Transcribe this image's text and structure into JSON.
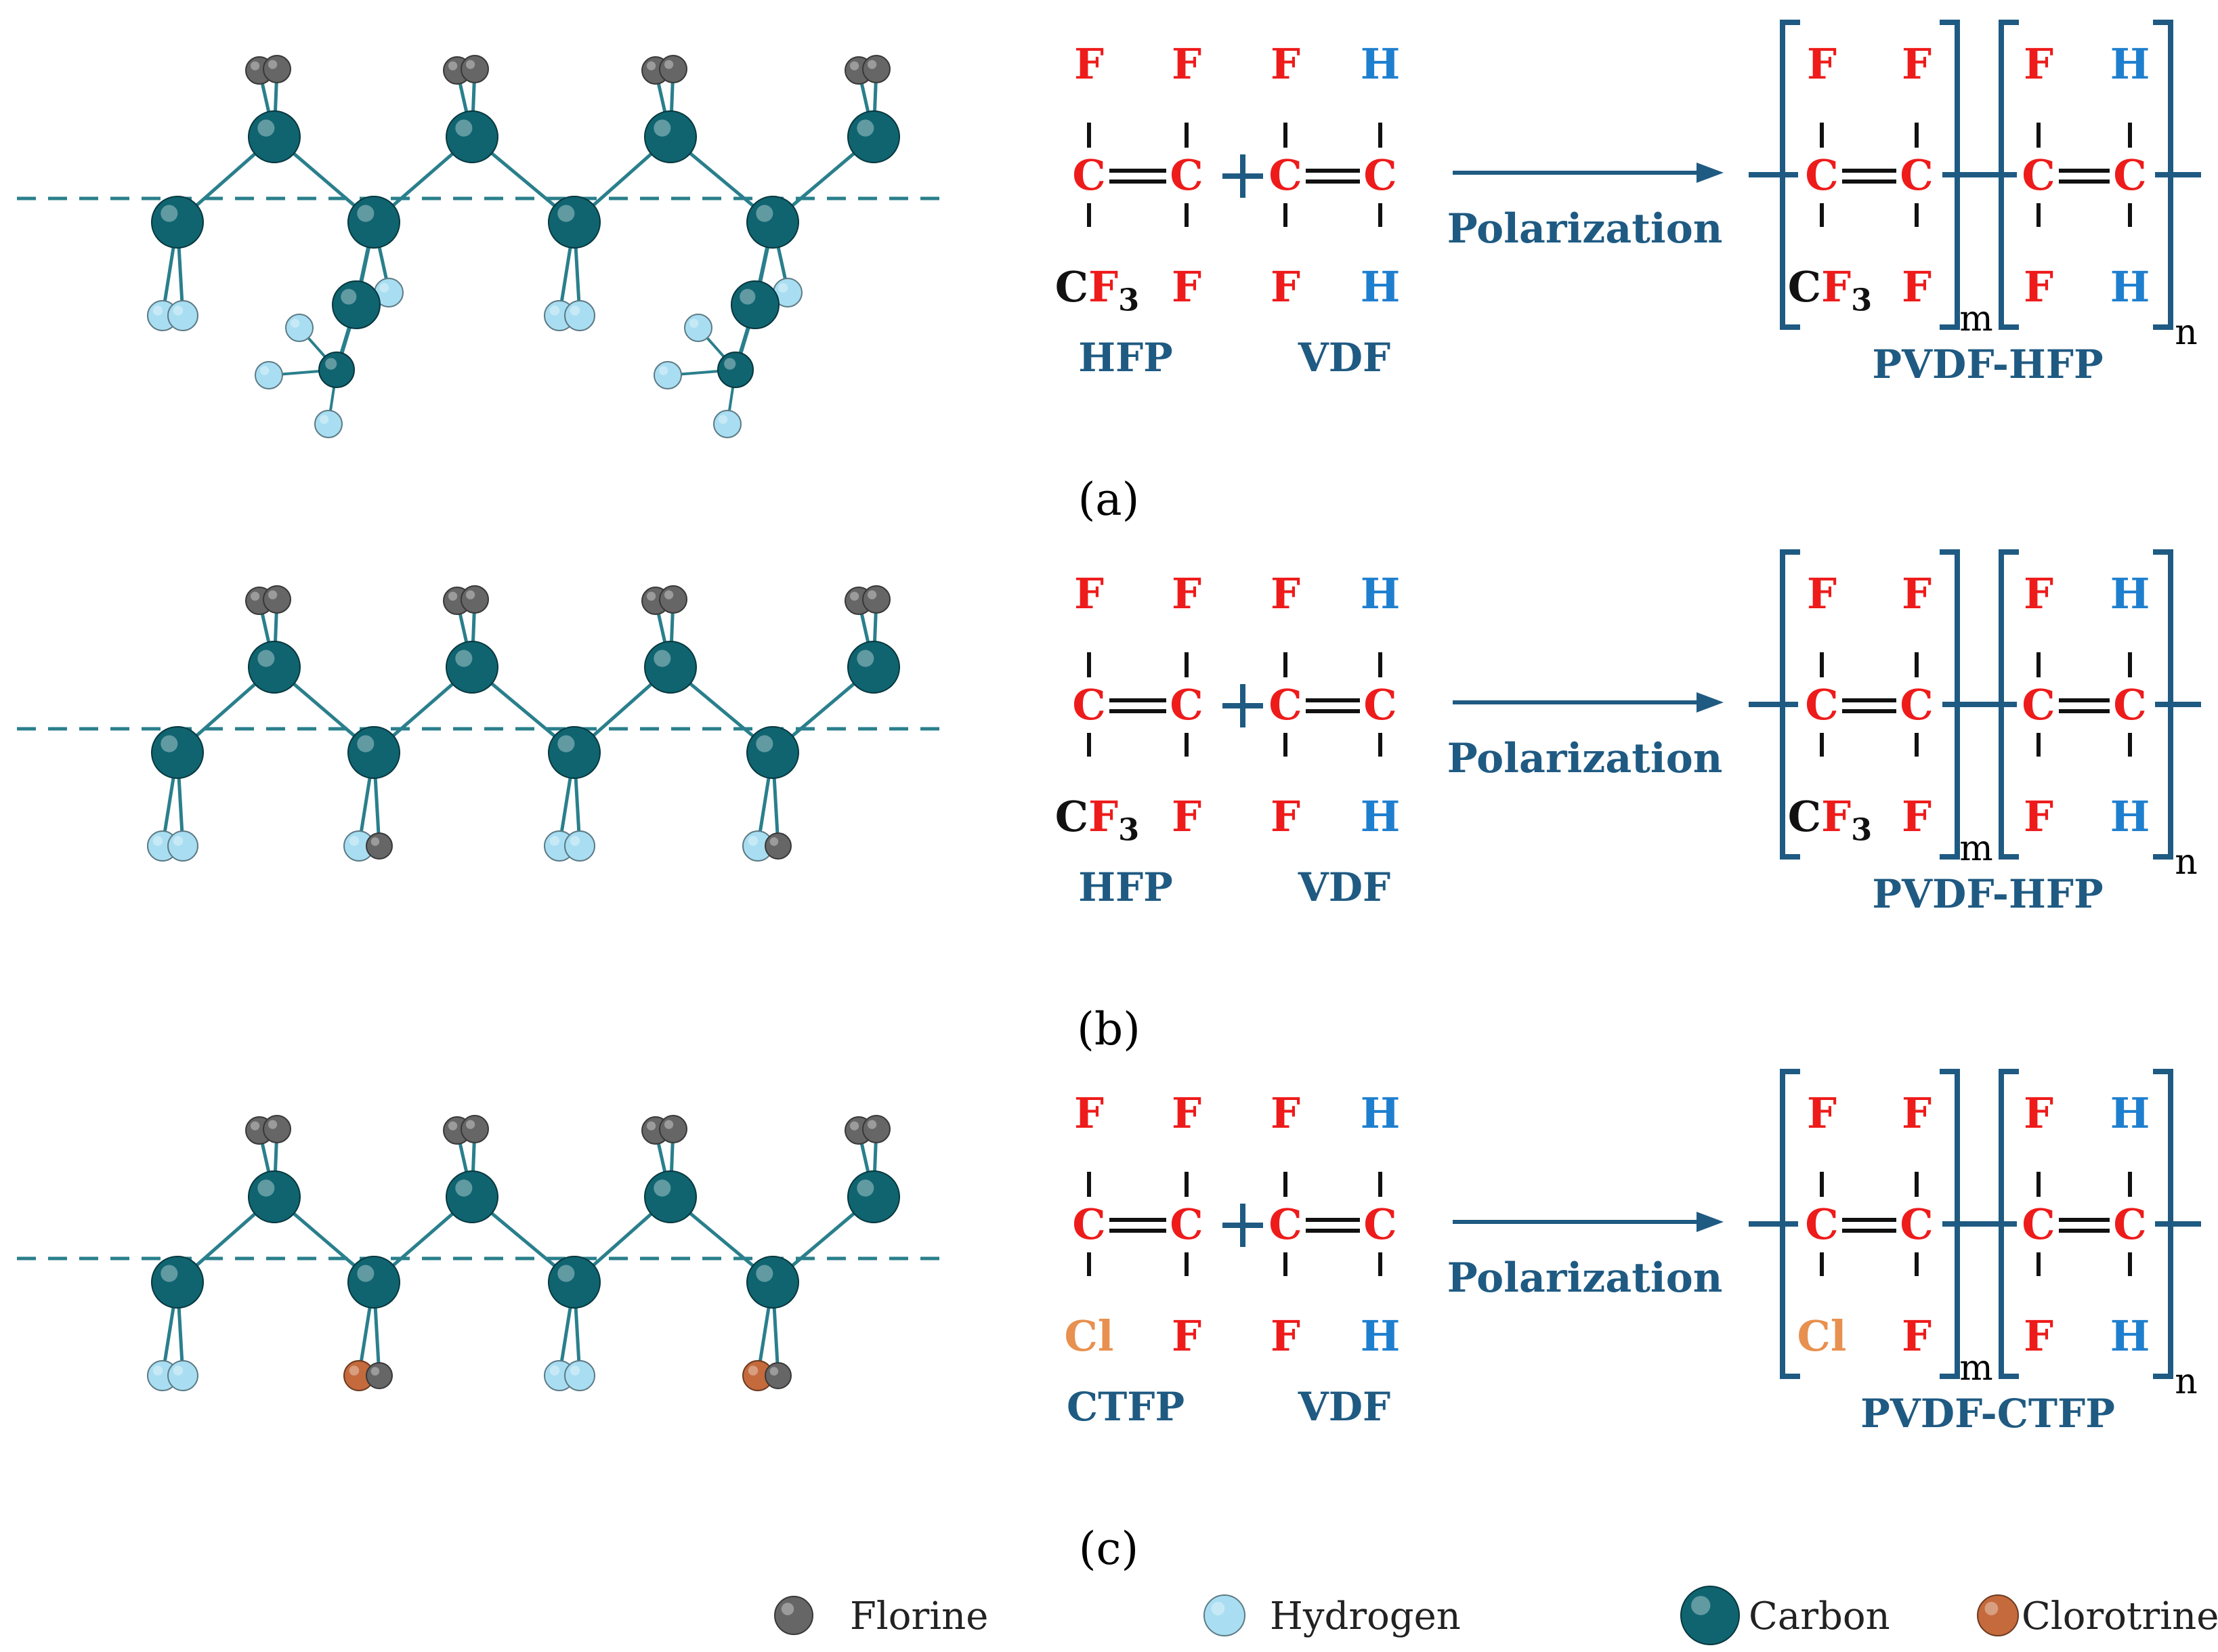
{
  "colors": {
    "fluorine": "#666666",
    "hydrogen": "#a9def2",
    "carbon": "#0f6470",
    "chlorine": "#c46a3c",
    "bond": "#2a7f8c",
    "F_text": "#ee1b1b",
    "H_text": "#1f7fcf",
    "Cl_text": "#e8904f",
    "C_text": "#111111",
    "label": "#1f5a82"
  },
  "panels": [
    {
      "caption": "(a)",
      "monomer1": {
        "label": "HFP",
        "top": [
          "F",
          "F"
        ],
        "bottom_left": "CF3",
        "bottom_right": "F"
      },
      "monomer2": {
        "label": "VDF",
        "top": [
          "F",
          "H"
        ],
        "bottom": [
          "F",
          "H"
        ]
      },
      "arrow_label": "Polarization",
      "product": {
        "label": "PVDF-HFP",
        "unit1_top": [
          "F",
          "F"
        ],
        "unit1_bottom": [
          "CF3",
          "F"
        ],
        "unit2_top": [
          "F",
          "H"
        ],
        "unit2_bottom": [
          "F",
          "H"
        ],
        "sub_m": "m",
        "sub_n": "n"
      }
    },
    {
      "caption": "(b)",
      "monomer1": {
        "label": "HFP",
        "top": [
          "F",
          "F"
        ],
        "bottom_left": "CF3",
        "bottom_right": "F"
      },
      "monomer2": {
        "label": "VDF",
        "top": [
          "F",
          "H"
        ],
        "bottom": [
          "F",
          "H"
        ]
      },
      "arrow_label": "Polarization",
      "product": {
        "label": "PVDF-HFP",
        "unit1_top": [
          "F",
          "F"
        ],
        "unit1_bottom": [
          "CF3",
          "F"
        ],
        "unit2_top": [
          "F",
          "H"
        ],
        "unit2_bottom": [
          "F",
          "H"
        ],
        "sub_m": "m",
        "sub_n": "n"
      }
    },
    {
      "caption": "(c)",
      "monomer1": {
        "label": "CTFP",
        "top": [
          "F",
          "F"
        ],
        "bottom_left": "Cl",
        "bottom_right": "F"
      },
      "monomer2": {
        "label": "VDF",
        "top": [
          "F",
          "H"
        ],
        "bottom": [
          "F",
          "H"
        ]
      },
      "arrow_label": "Polarization",
      "product": {
        "label": "PVDF-CTFP",
        "unit1_top": [
          "F",
          "F"
        ],
        "unit1_bottom": [
          "Cl",
          "F"
        ],
        "unit2_top": [
          "F",
          "H"
        ],
        "unit2_bottom": [
          "F",
          "H"
        ],
        "sub_m": "m",
        "sub_n": "n"
      }
    }
  ],
  "legend": [
    {
      "label": "Florine",
      "color_key": "fluorine"
    },
    {
      "label": "Hydrogen",
      "color_key": "hydrogen"
    },
    {
      "label": "Carbon",
      "color_key": "carbon"
    },
    {
      "label": "Clorotrine",
      "color_key": "chlorine"
    }
  ],
  "chain_types": [
    "hfp-branch",
    "alternating-hf",
    "alternating-hcl"
  ]
}
